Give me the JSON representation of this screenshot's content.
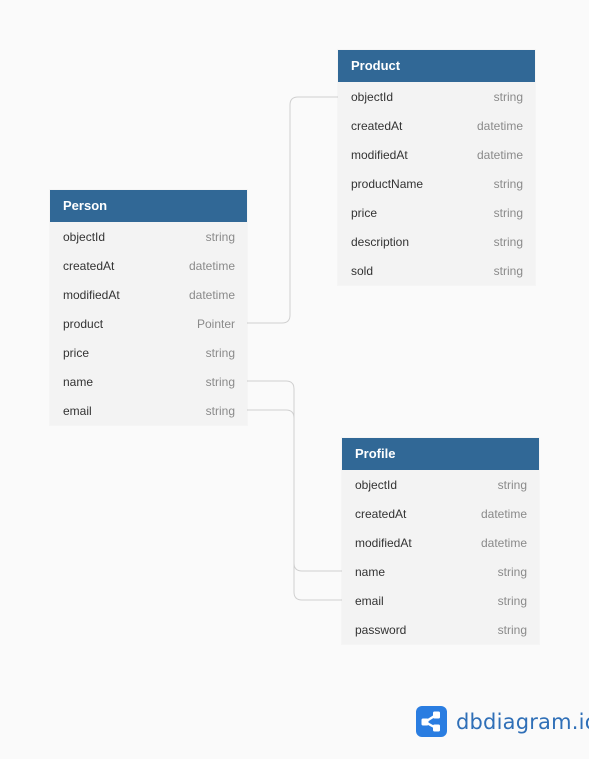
{
  "tables": {
    "product": {
      "name": "Product",
      "fields": [
        {
          "name": "objectId",
          "type": "string"
        },
        {
          "name": "createdAt",
          "type": "datetime"
        },
        {
          "name": "modifiedAt",
          "type": "datetime"
        },
        {
          "name": "productName",
          "type": "string"
        },
        {
          "name": "price",
          "type": "string"
        },
        {
          "name": "description",
          "type": "string"
        },
        {
          "name": "sold",
          "type": "string"
        }
      ]
    },
    "person": {
      "name": "Person",
      "fields": [
        {
          "name": "objectId",
          "type": "string"
        },
        {
          "name": "createdAt",
          "type": "datetime"
        },
        {
          "name": "modifiedAt",
          "type": "datetime"
        },
        {
          "name": "product",
          "type": "Pointer"
        },
        {
          "name": "price",
          "type": "string"
        },
        {
          "name": "name",
          "type": "string"
        },
        {
          "name": "email",
          "type": "string"
        }
      ]
    },
    "profile": {
      "name": "Profile",
      "fields": [
        {
          "name": "objectId",
          "type": "string"
        },
        {
          "name": "createdAt",
          "type": "datetime"
        },
        {
          "name": "modifiedAt",
          "type": "datetime"
        },
        {
          "name": "name",
          "type": "string"
        },
        {
          "name": "email",
          "type": "string"
        },
        {
          "name": "password",
          "type": "string"
        }
      ]
    }
  },
  "relationships": [
    {
      "from": "Person.product",
      "to": "Product.objectId"
    },
    {
      "from": "Person.name",
      "to": "Profile.name"
    },
    {
      "from": "Person.email",
      "to": "Profile.email"
    }
  ],
  "brand": {
    "text": "dbdiagram.io",
    "icon": "share-nodes-icon",
    "color": "#2a7de1"
  },
  "colors": {
    "header": "#316896",
    "background": "#fafafa",
    "row": "#f3f3f3",
    "connector": "#d0d0d0"
  }
}
